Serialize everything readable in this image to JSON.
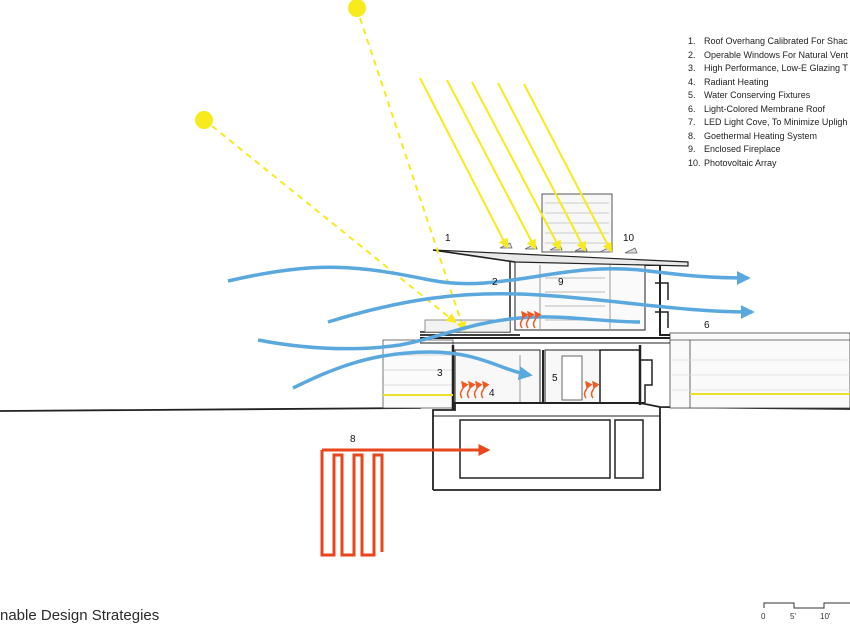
{
  "legend": {
    "items": [
      {
        "number": "1.",
        "text": "Roof Overhang Calibrated For Shac"
      },
      {
        "number": "2.",
        "text": "Operable Windows For Natural Vent"
      },
      {
        "number": "3.",
        "text": "High Performance, Low-E Glazing T"
      },
      {
        "number": "4.",
        "text": "Radiant Heating"
      },
      {
        "number": "5.",
        "text": "Water Conserving Fixtures"
      },
      {
        "number": "6.",
        "text": "Light-Colored Membrane Roof"
      },
      {
        "number": "7.",
        "text": "LED Light Cove, To Minimize Upligh"
      },
      {
        "number": "8.",
        "text": "Goethermal Heating System"
      },
      {
        "number": "9.",
        "text": "Enclosed Fireplace"
      },
      {
        "number": "10.",
        "text": "Photovoltaic Array"
      }
    ]
  },
  "callouts": {
    "c1": "1",
    "c2": "2",
    "c3": "3",
    "c4": "4",
    "c5": "5",
    "c6": "6",
    "c8": "8",
    "c9": "9",
    "c10": "10"
  },
  "caption": "nable Design Strategies",
  "scale_bar": {
    "label_0": "0",
    "label_5": "5'",
    "label_10": "10'"
  },
  "colors": {
    "sun": "#f7ea1d",
    "air_flow": "#5aa8dd",
    "geothermal": "#e8461c",
    "heat": "#ef5a24",
    "structure": "#222222",
    "led_cove": "#e9e02a"
  }
}
